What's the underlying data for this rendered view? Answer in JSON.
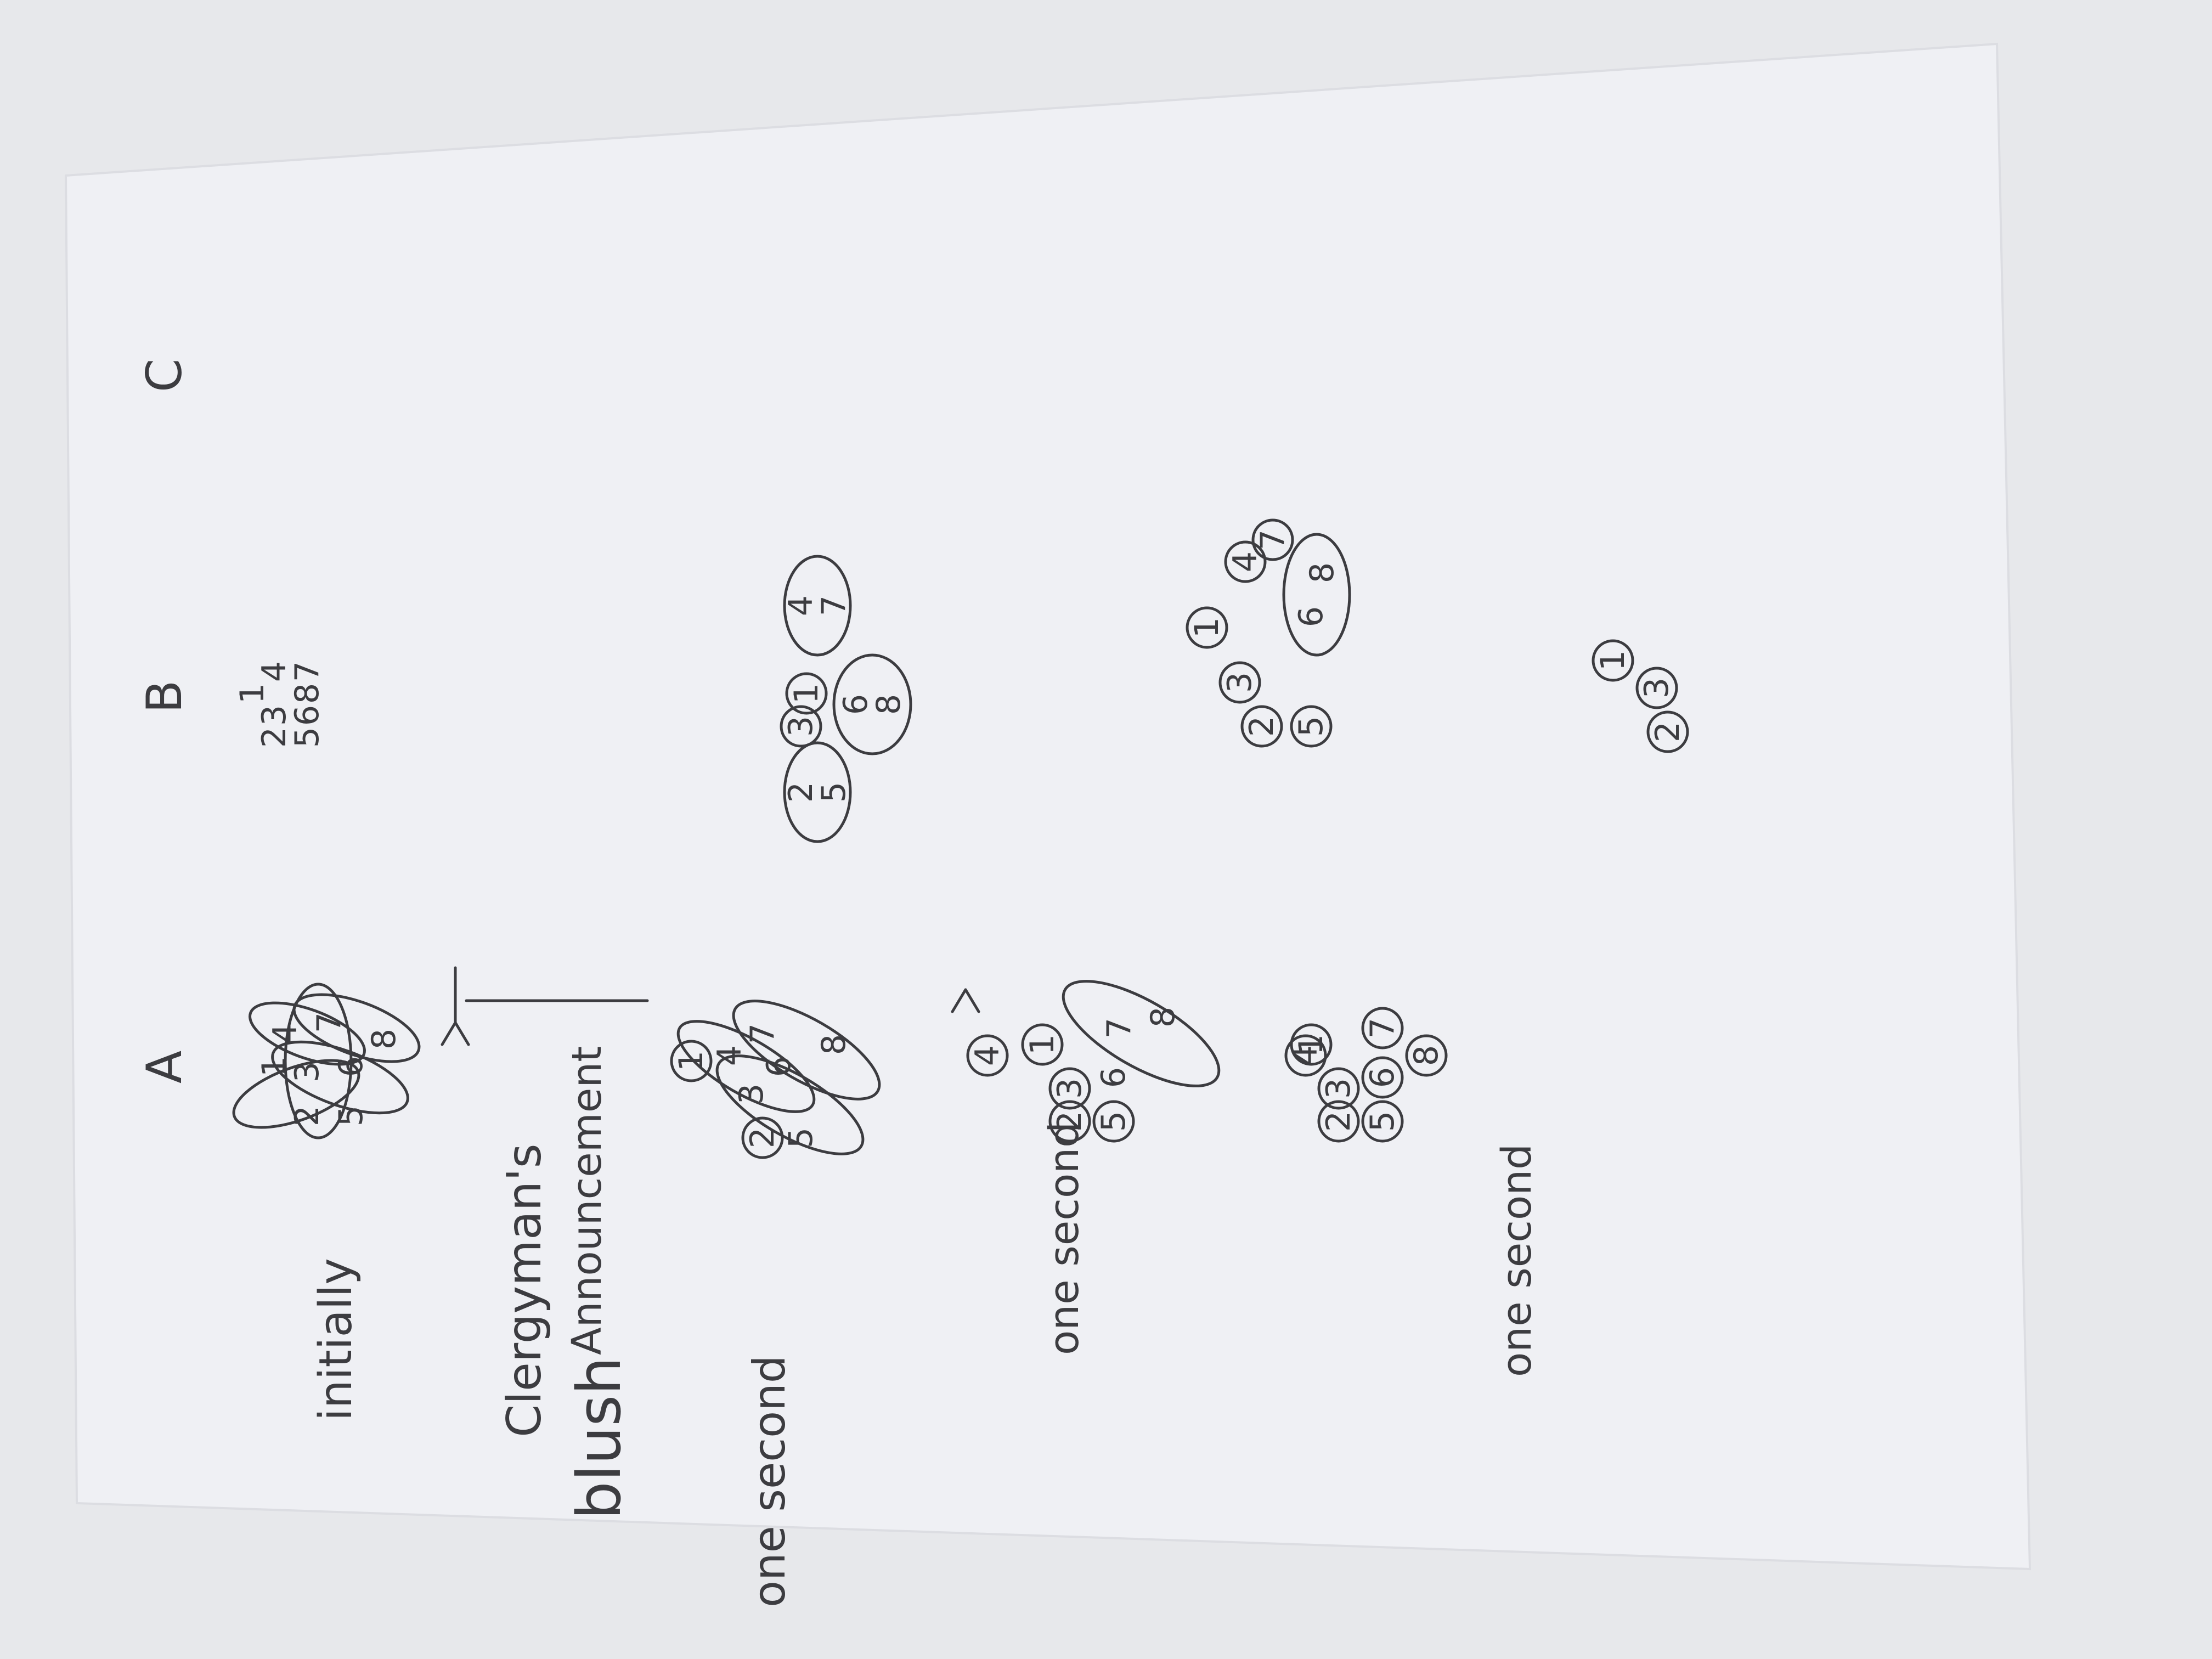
{
  "colors": {
    "table": "#e7e8eb",
    "paper": "#eff0f4",
    "pencil": "#3c3c40",
    "pencil_light": "#6a6a70"
  },
  "columns": {
    "a": "A",
    "b": "B",
    "c": "C"
  },
  "rows": {
    "initially": "initially",
    "clergyman_line1": "Clergyman's",
    "clergyman_line2": "Announcement",
    "one_second_1": "one second",
    "one_second_2": "one second",
    "blush": "blush",
    "one_second_3": "one second"
  },
  "diagram": {
    "node_labels": [
      "1",
      "2",
      "3",
      "4",
      "5",
      "6",
      "7",
      "8"
    ]
  }
}
